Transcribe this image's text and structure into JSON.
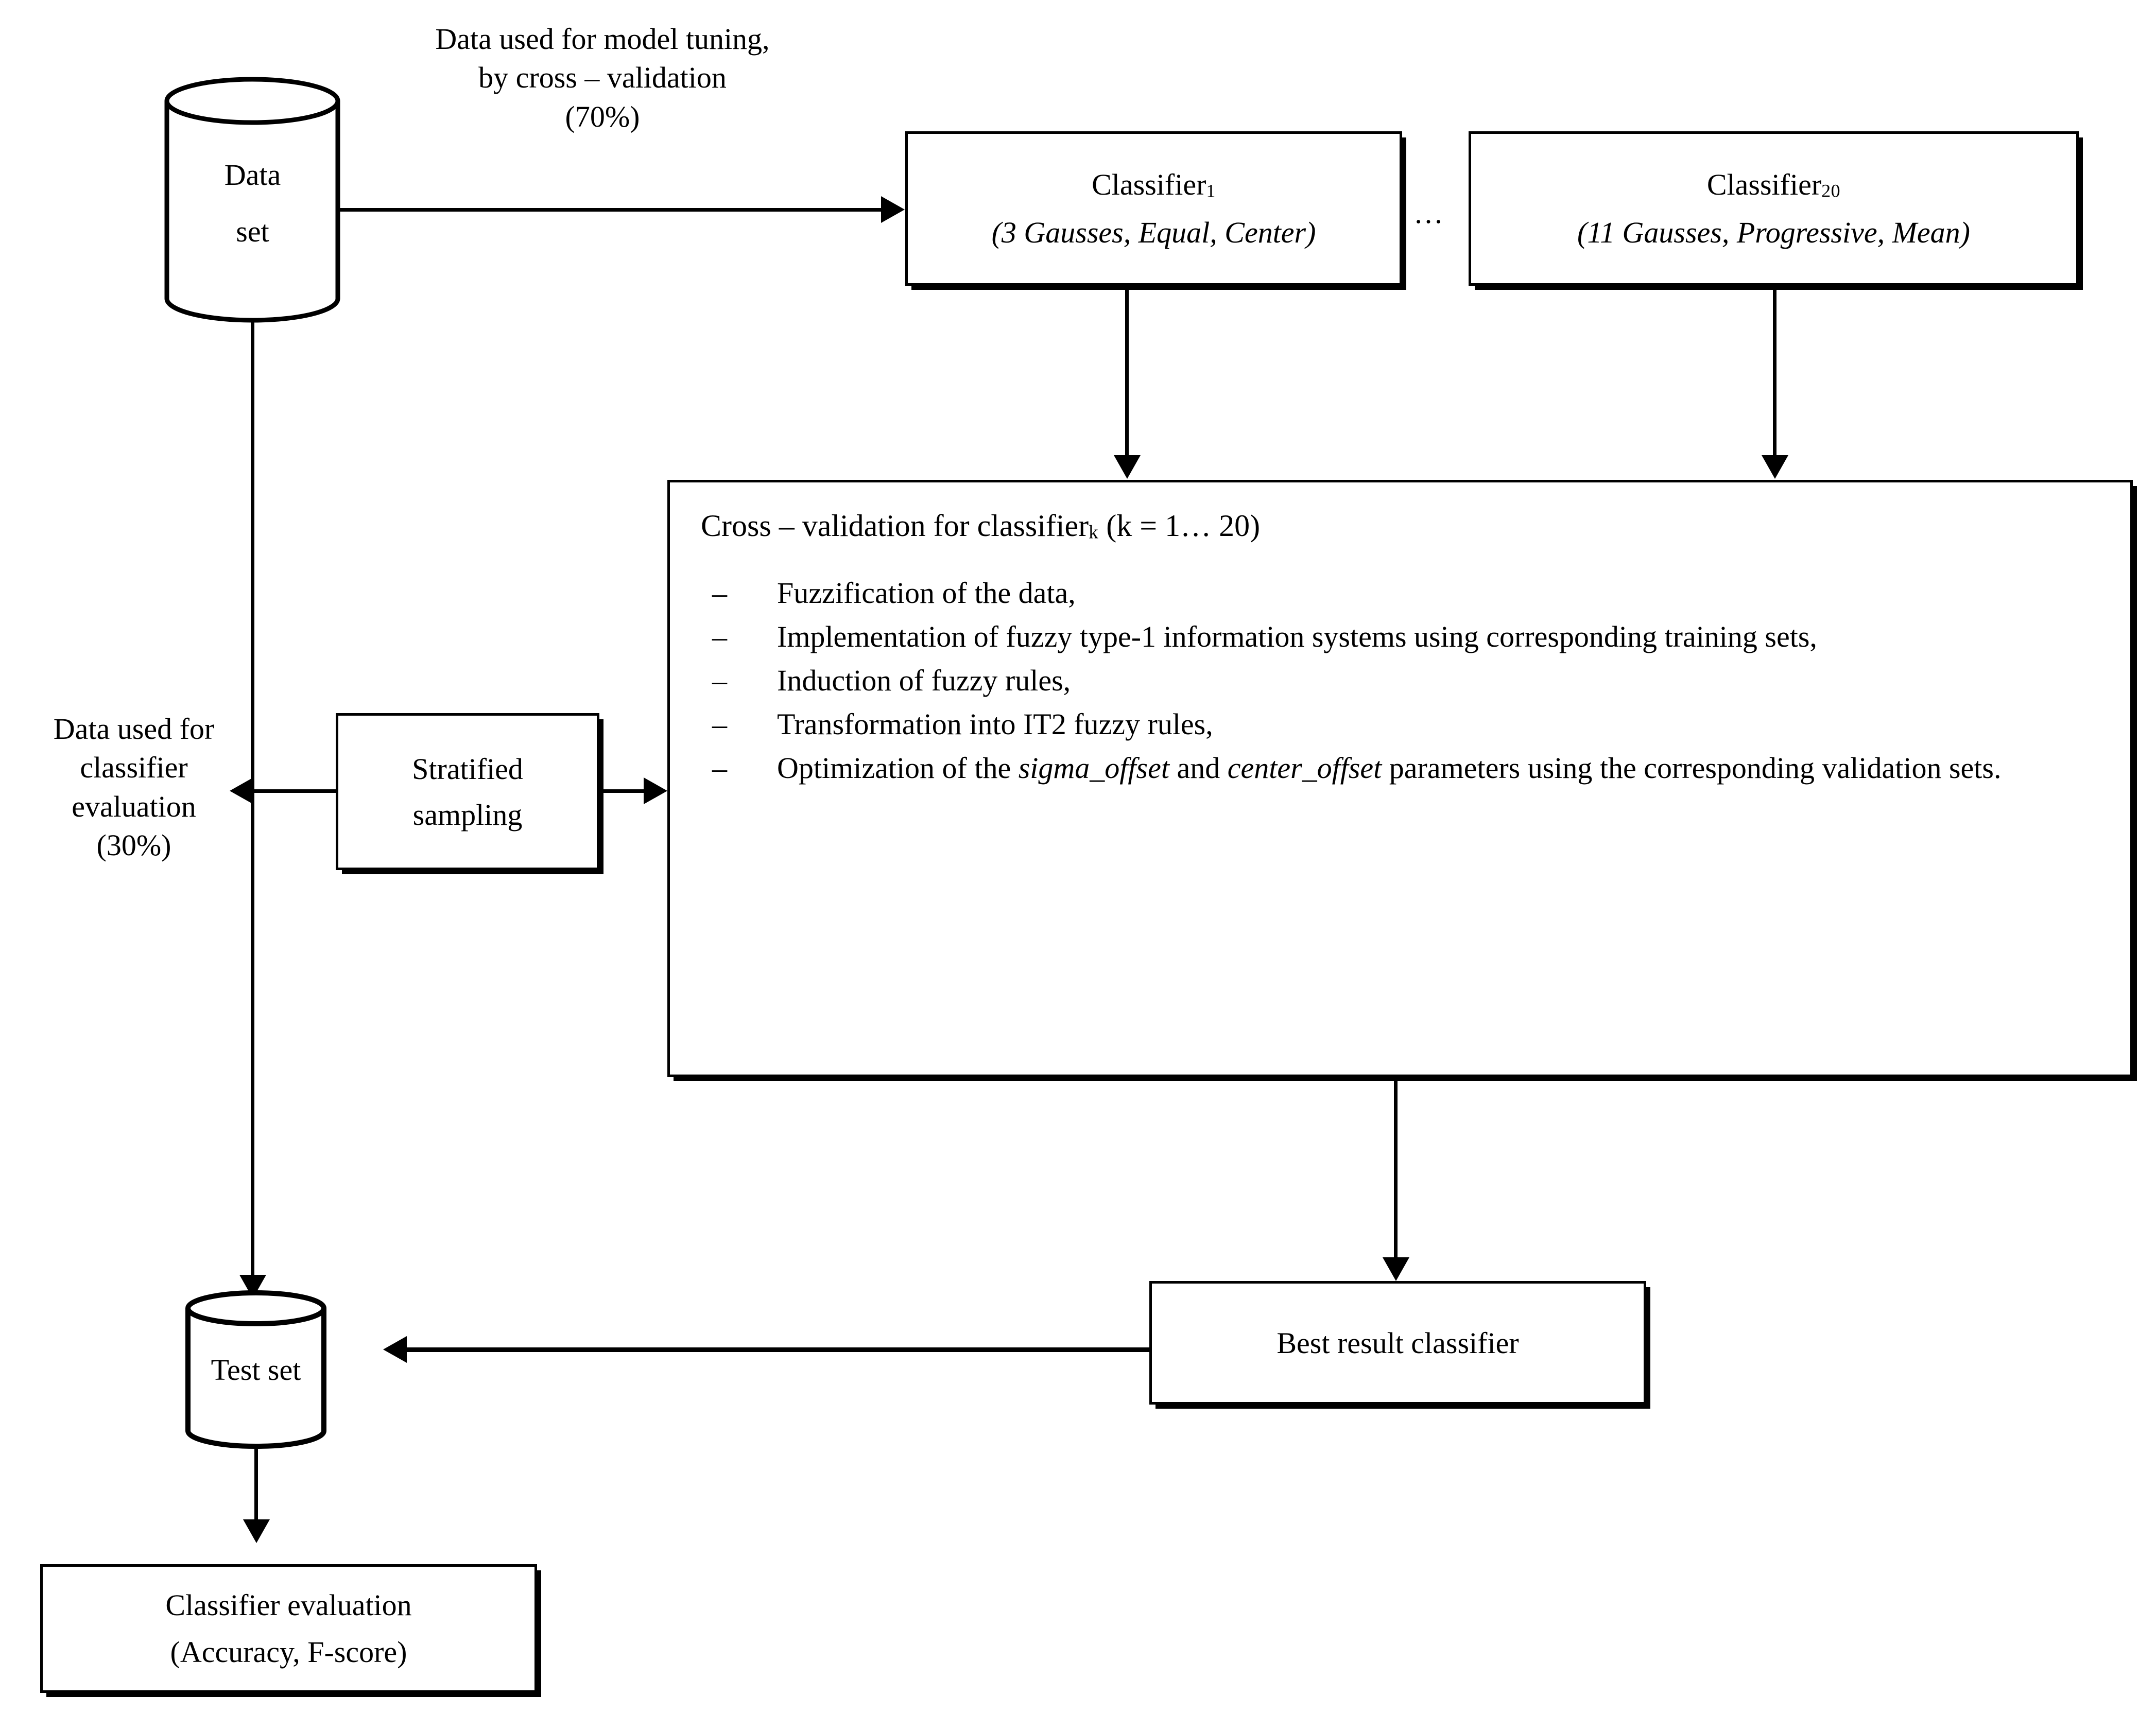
{
  "figure": {
    "type": "flowchart",
    "title": "Experimental methodology flowchart for IT2 fuzzy classifier tuning and evaluation"
  },
  "nodes": {
    "dataset": {
      "line1": "Data",
      "line2": "set"
    },
    "tuning_note": {
      "line1": "Data used for model tuning,",
      "line2": "by cross – validation",
      "line3": "(70%)"
    },
    "eval_note": {
      "line1": "Data used for",
      "line2": "classifier",
      "line3": "evaluation",
      "line4": "(30%)"
    },
    "classifier1": {
      "name": "Classifier",
      "index": "1",
      "params": "(3 Gausses, Equal, Center)"
    },
    "ellipsis": "…",
    "classifier20": {
      "name": "Classifier",
      "index": "20",
      "params": "(11 Gausses, Progressive, Mean)"
    },
    "stratified": {
      "line1": "Stratified",
      "line2": "sampling"
    },
    "crossval": {
      "title_prefix": "Cross – validation for classifier",
      "title_sub": "k",
      "title_suffix": " (k = 1… 20)",
      "steps": [
        {
          "dash": "–",
          "text": "Fuzzification of the data,"
        },
        {
          "dash": "–",
          "text": "Implementation of fuzzy type-1 information systems using corresponding training sets,"
        },
        {
          "dash": "–",
          "text": "Induction of fuzzy rules,"
        },
        {
          "dash": "–",
          "text": "Transformation into IT2 fuzzy rules,"
        },
        {
          "dash": "–",
          "text_pre": "Optimization of the ",
          "em1": "sigma_offset",
          "text_mid": " and ",
          "em2": "center_offset",
          "text_post": " parameters using the corresponding validation sets."
        }
      ]
    },
    "best_result": {
      "label": "Best result classifier"
    },
    "testset": {
      "label": "Test set"
    },
    "evaluation": {
      "line1": "Classifier evaluation",
      "line2": "(Accuracy, F-score)"
    }
  },
  "colors": {
    "stroke": "#000000",
    "background": "#ffffff"
  }
}
